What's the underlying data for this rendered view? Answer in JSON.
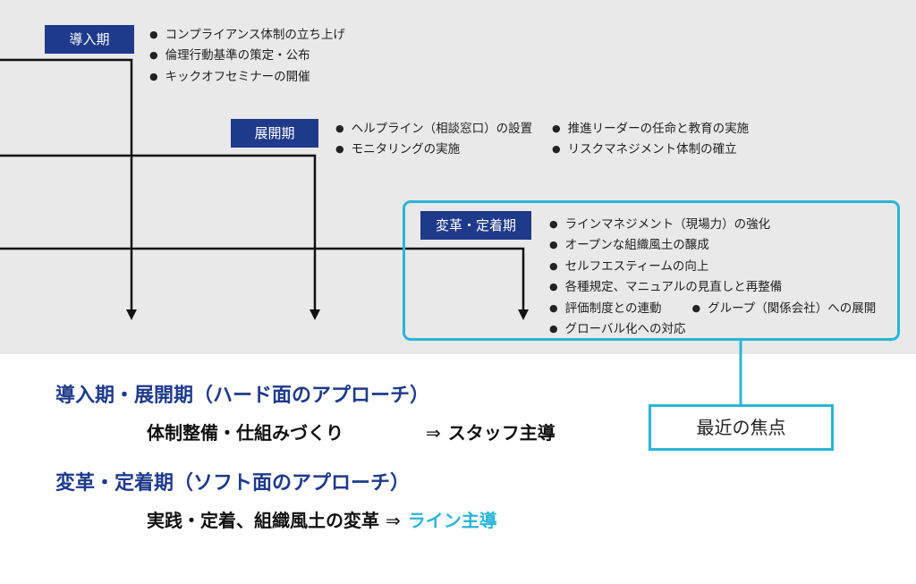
{
  "phases": [
    {
      "name": "導入期",
      "items": [
        "コンプライアンス体制の立ち上げ",
        "倫理行動基準の策定・公布",
        "キックオフセミナーの開催"
      ]
    },
    {
      "name": "展開期",
      "items_col1": [
        "ヘルプライン（相談窓口）の設置",
        "モニタリングの実施"
      ],
      "items_col2": [
        "推進リーダーの任命と教育の実施",
        "リスクマネジメント体制の確立"
      ]
    },
    {
      "name": "変革・定着期",
      "items": [
        "ラインマネジメント（現場力）の強化",
        "オープンな組織風土の醸成",
        "セルフエスティームの向上",
        "各種規定、マニュアルの見直しと再整備",
        "評価制度との連動",
        "グローバル化への対応"
      ],
      "extra_item": "グループ（関係会社）への展開"
    }
  ],
  "focus_label": "最近の焦点",
  "summary": [
    {
      "heading": "導入期・展開期（ハード面のアプローチ）",
      "body": "体制整備・仕組みづくり",
      "arrow": "⇒",
      "lead": "スタッフ主導"
    },
    {
      "heading": "変革・定着期（ソフト面のアプローチ）",
      "body": "実践・定着、組織風土の変革",
      "arrow": "⇒",
      "lead": "ライン主導"
    }
  ],
  "colors": {
    "tag_bg": "#1f3a8a",
    "accent": "#29b6d6",
    "background_band": "#e9e9e9"
  }
}
